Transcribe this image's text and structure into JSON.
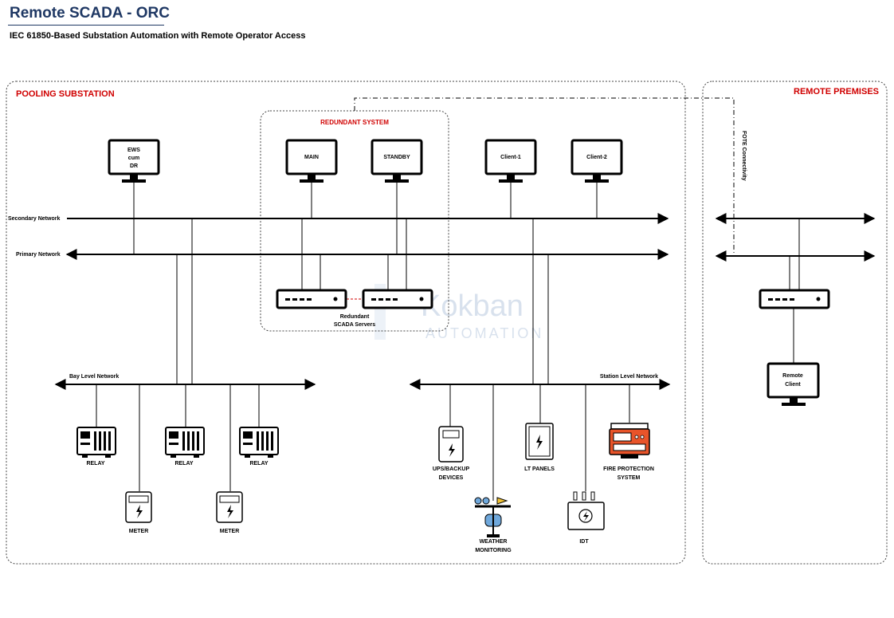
{
  "page": {
    "title": "Remote SCADA - ORC",
    "subtitle": "IEC 61850-Based Substation Automation with Remote Operator Access"
  },
  "zones": {
    "pooling": "POOLING SUBSTATION",
    "remote": "REMOTE PREMISES",
    "redundant": "REDUNDANT SYSTEM"
  },
  "networks": {
    "secondary": "Secondary Network",
    "primary": "Primary Network",
    "bay": "Bay Level Network",
    "station": "Station Level Network"
  },
  "workstations": {
    "ews": [
      "EWS",
      "cum",
      "DR"
    ],
    "main": "MAIN",
    "standby": "STANDBY",
    "client1": "Client-1",
    "client2": "Client-2",
    "remote_client": [
      "Remote",
      "Client"
    ]
  },
  "servers": {
    "label": [
      "Redundant",
      "SCADA Servers"
    ]
  },
  "link": {
    "label": "FOTE Connectivity"
  },
  "devices": {
    "relay": "RELAY",
    "meter": "METER",
    "ups": [
      "UPS/BACKUP",
      "DEVICES"
    ],
    "lt_panels": "LT PANELS",
    "fire": [
      "FIRE PROTECTION",
      "SYSTEM"
    ],
    "weather": [
      "WEATHER",
      "MONITORING"
    ],
    "idt": "IDT"
  },
  "watermark": [
    "Kokban",
    "AUTOMATION"
  ],
  "colors": {
    "title": "#1f3864",
    "zone_label": "#d00000",
    "fire_panel": "#e8542a",
    "weather_accent": "#6fa8dc"
  }
}
